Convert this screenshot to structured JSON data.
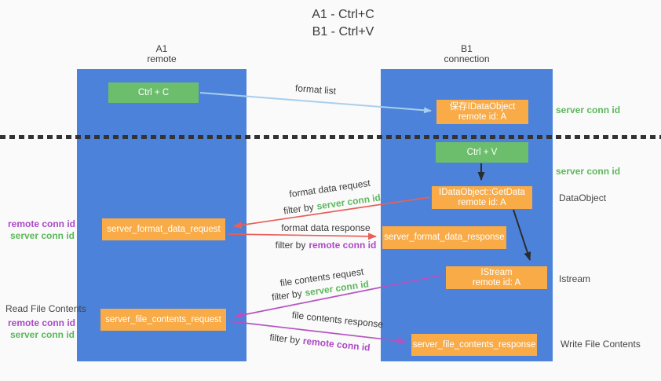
{
  "title": {
    "line1": "A1 - Ctrl+C",
    "line2": "B1 - Ctrl+V"
  },
  "lanes": {
    "a1": {
      "name": "A1",
      "role": "remote"
    },
    "b1": {
      "name": "B1",
      "role": "connection"
    }
  },
  "nodes": {
    "ctrl_c": {
      "label": "Ctrl + C"
    },
    "ctrl_v": {
      "label": "Ctrl + V"
    },
    "save_idataobject": {
      "line1": "保存IDataObject",
      "line2": "remote id: A"
    },
    "getdata": {
      "line1": "IDataObject::GetData",
      "line2": "remote id: A"
    },
    "istream": {
      "line1": "IStream",
      "line2": "remote id: A"
    },
    "server_format_data_request": {
      "label": "server_format_data_request"
    },
    "server_format_data_response": {
      "label": "server_format_data_response"
    },
    "server_file_contents_request": {
      "label": "server_file_contents_request"
    },
    "server_file_contents_response": {
      "label": "server_file_contents_response"
    }
  },
  "arrow_labels": {
    "format_list": "format list",
    "format_data_request": "format data request",
    "format_data_response": "format data response",
    "file_contents_request": "file contents request",
    "file_contents_response": "file contents response",
    "filter_by": "filter by",
    "server_conn_id": "server conn id",
    "remote_conn_id": "remote conn id"
  },
  "side_labels": {
    "server_conn_id_top": "server conn id",
    "server_conn_id_mid": "server conn id",
    "dataobject": "DataObject",
    "istream": "Istream",
    "write_file_contents": "Write File Contents",
    "read_file_contents": "Read File Contents",
    "remote_conn_id_left_1": "remote conn id",
    "server_conn_id_left_1": "server conn id",
    "remote_conn_id_left_2": "remote conn id",
    "server_conn_id_left_2": "server conn id"
  },
  "colors": {
    "lifeline_blue": "#4c82d9",
    "action_green": "#6cbe6c",
    "message_orange": "#f8ab47",
    "request_red": "#e8605a",
    "contents_purple": "#b552c2",
    "format_list_blue": "#a9cfec",
    "server_conn_green": "#5cb85c",
    "remote_conn_purple": "#ab49c5"
  }
}
